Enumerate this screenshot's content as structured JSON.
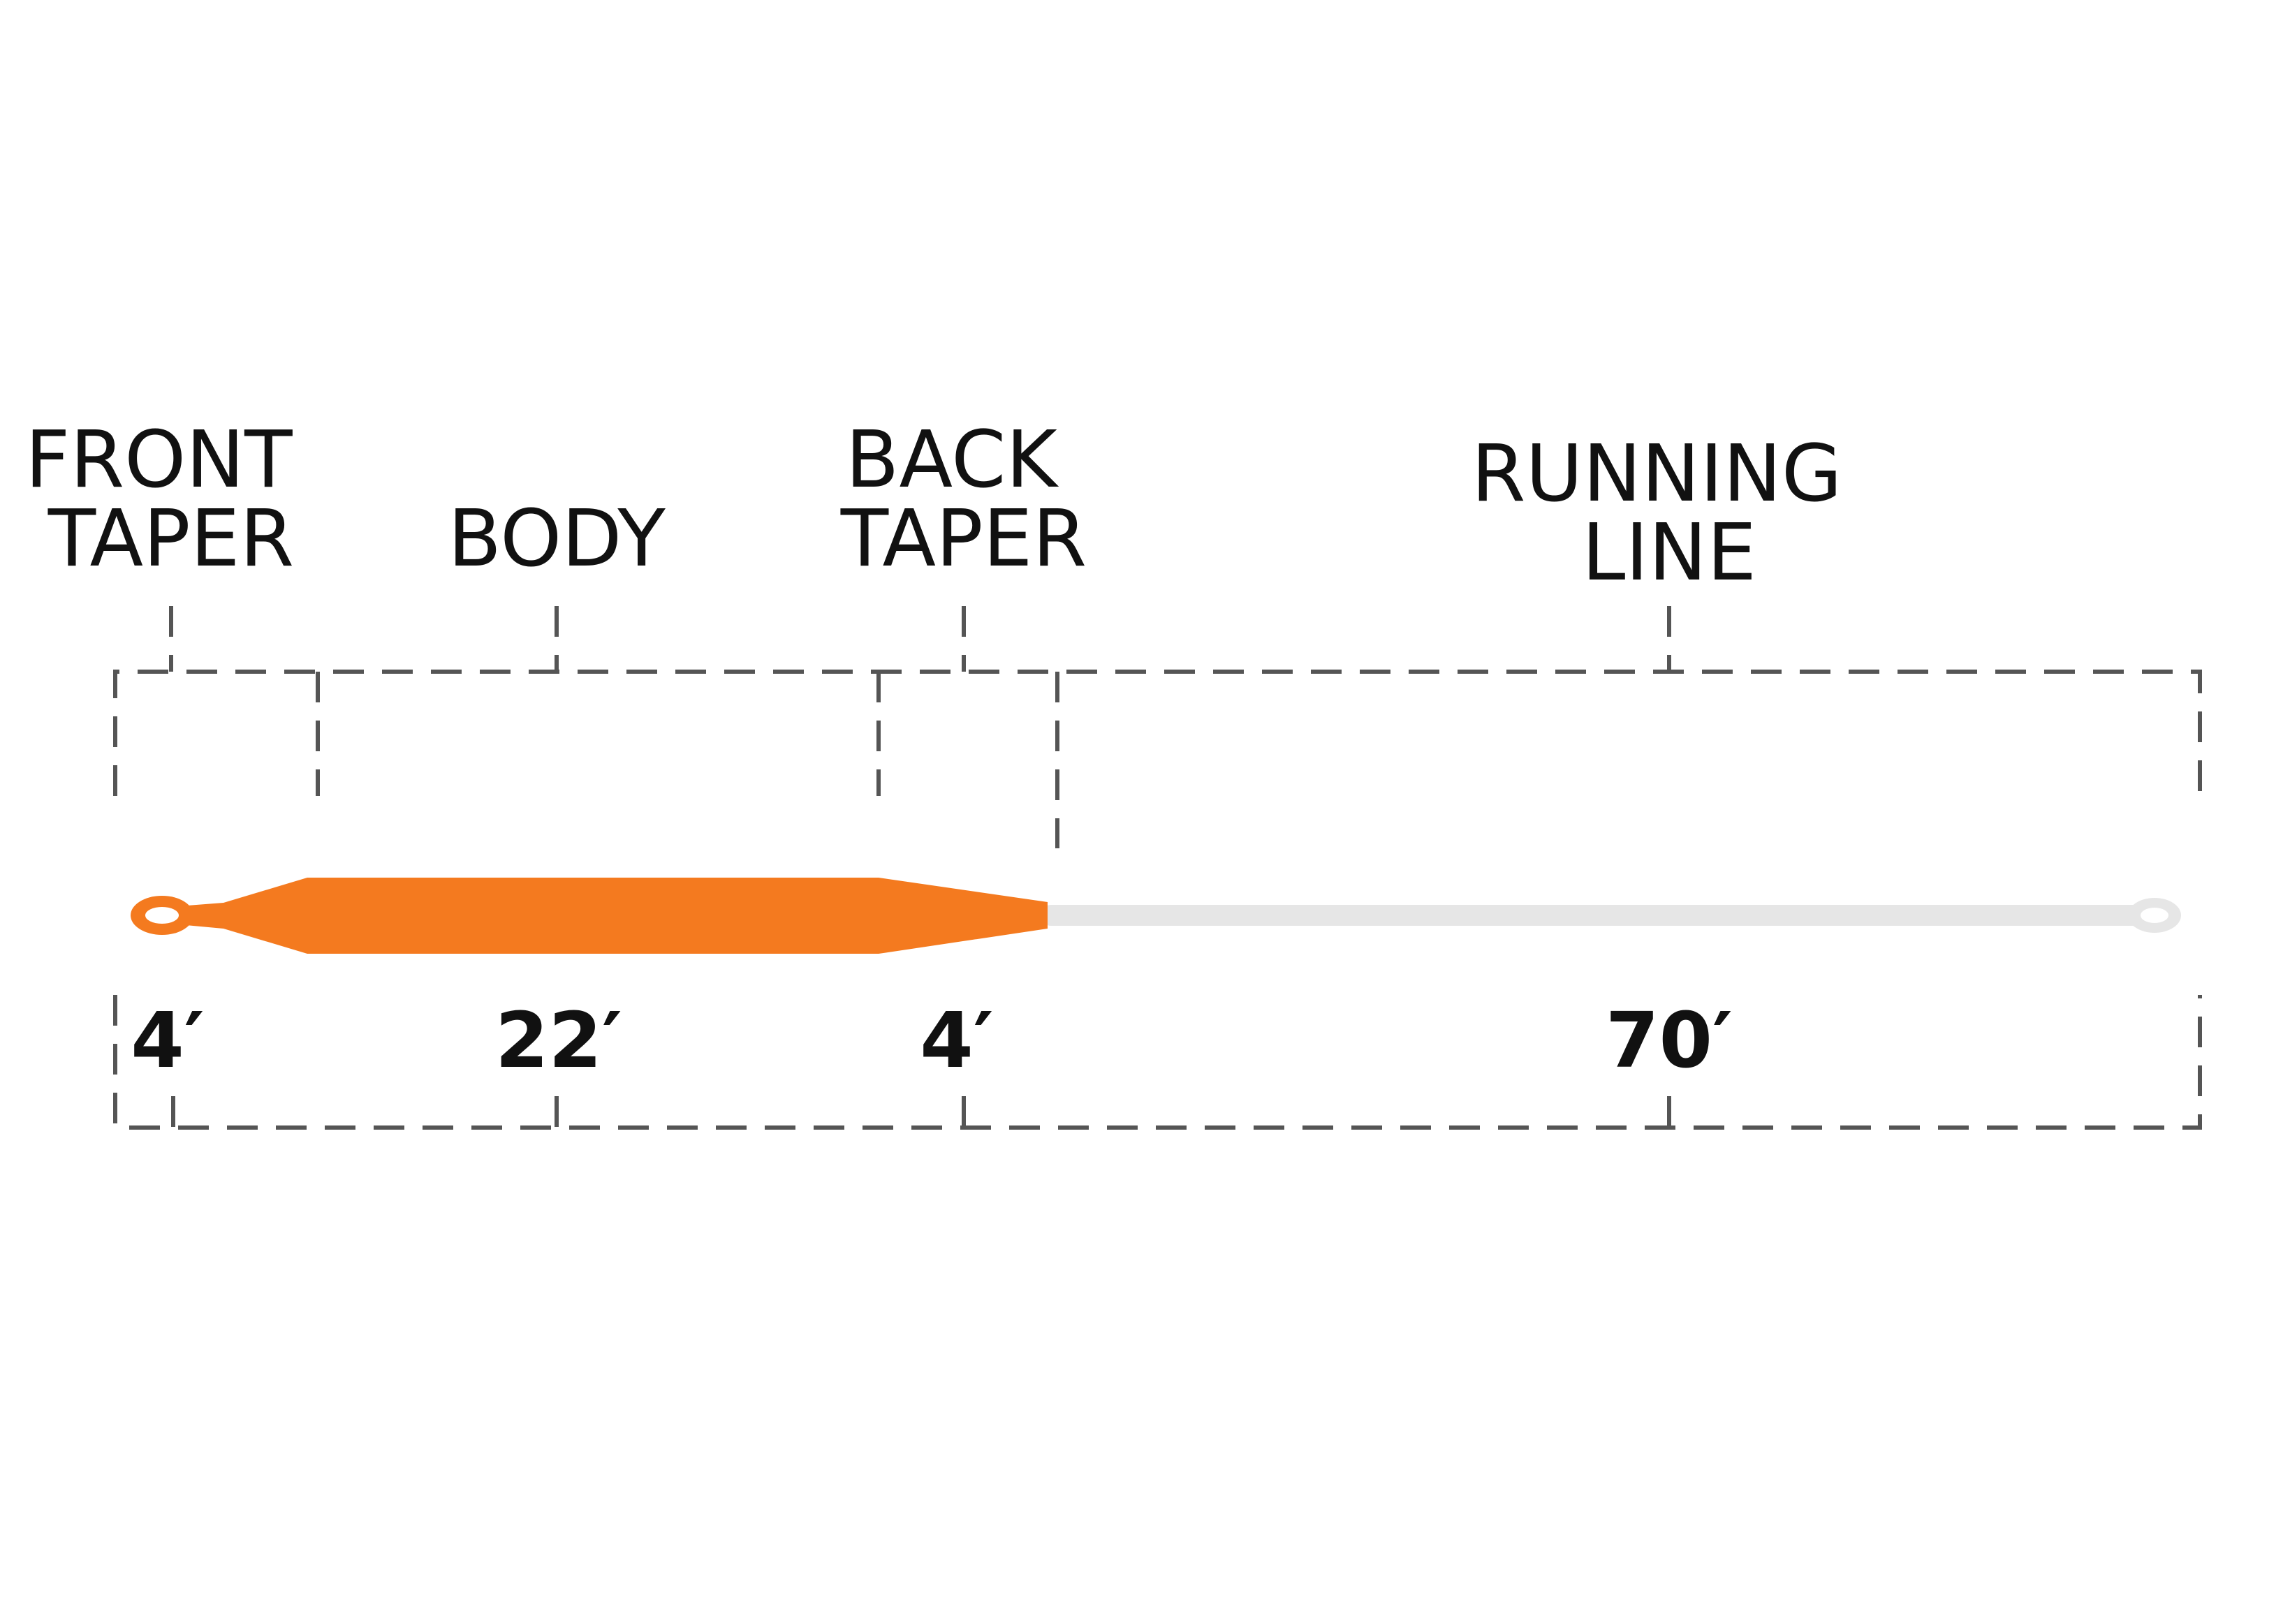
{
  "sections": [
    {
      "id": "front-taper",
      "label_lines": [
        "FRONT",
        "TAPER"
      ],
      "length": "4′"
    },
    {
      "id": "body",
      "label_lines": [
        "BODY"
      ],
      "length": "22′"
    },
    {
      "id": "back-taper",
      "label_lines": [
        "BACK",
        "TAPER"
      ],
      "length": "4′"
    },
    {
      "id": "running-line",
      "label_lines": [
        "RUNNING",
        "LINE"
      ],
      "length": "70′"
    }
  ],
  "colors": {
    "head": "#F47A1F",
    "running_line": "#E6E6E6",
    "bracket": "#555555",
    "text": "#111111"
  }
}
